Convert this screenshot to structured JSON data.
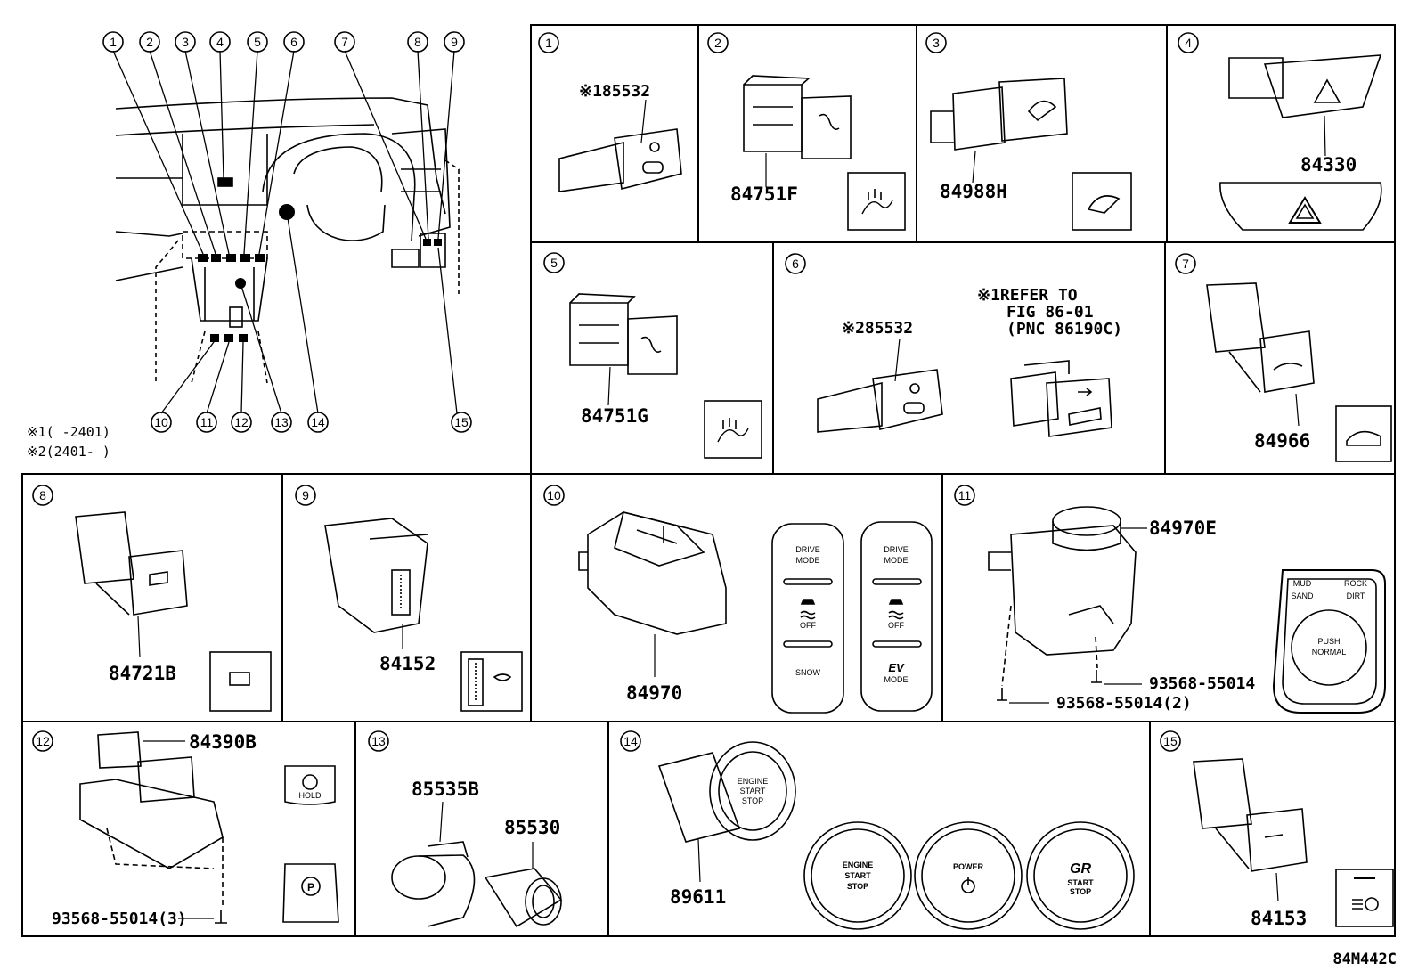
{
  "diagram_code": "84M442C",
  "callout_numbers": [
    "1",
    "2",
    "3",
    "4",
    "5",
    "6",
    "7",
    "8",
    "9",
    "10",
    "11",
    "12",
    "13",
    "14",
    "15"
  ],
  "legend": {
    "note1": "※1(    -2401)",
    "note2": "※2(2401-    )"
  },
  "panels": {
    "p1": {
      "num": "1",
      "part": "※185532"
    },
    "p2": {
      "num": "2",
      "part": "84751F"
    },
    "p3": {
      "num": "3",
      "part": "84988H"
    },
    "p4": {
      "num": "4",
      "part": "84330"
    },
    "p5": {
      "num": "5",
      "part": "84751G"
    },
    "p6": {
      "num": "6",
      "part": "※285532",
      "ref_line1": "※1REFER TO",
      "ref_line2": "FIG 86-01",
      "ref_line3": "(PNC 86190C)"
    },
    "p7": {
      "num": "7",
      "part": "84966"
    },
    "p8": {
      "num": "8",
      "part": "84721B"
    },
    "p9": {
      "num": "9",
      "part": "84152"
    },
    "p10": {
      "num": "10",
      "part": "84970",
      "left_labels": [
        "DRIVE",
        "MODE",
        "OFF",
        "SNOW"
      ],
      "right_labels": [
        "DRIVE",
        "MODE",
        "OFF",
        "EV",
        "MODE"
      ]
    },
    "p11": {
      "num": "11",
      "part": "84970E",
      "screw1": "93568-55014",
      "screw2": "93568-55014(2)",
      "knob": [
        "MUD",
        "SAND",
        "ROCK",
        "DIRT",
        "PUSH",
        "NORMAL"
      ]
    },
    "p12": {
      "num": "12",
      "part": "84390B",
      "screw": "93568-55014(3)",
      "hold_label": "HOLD"
    },
    "p13": {
      "num": "13",
      "part1": "85535B",
      "part2": "85530"
    },
    "p14": {
      "num": "14",
      "part": "89611",
      "btn1": [
        "ENGINE",
        "START",
        "STOP"
      ],
      "btn2": [
        "POWER"
      ],
      "btn3": [
        "GR",
        "START",
        "STOP"
      ]
    },
    "p15": {
      "num": "15",
      "part": "84153"
    }
  }
}
